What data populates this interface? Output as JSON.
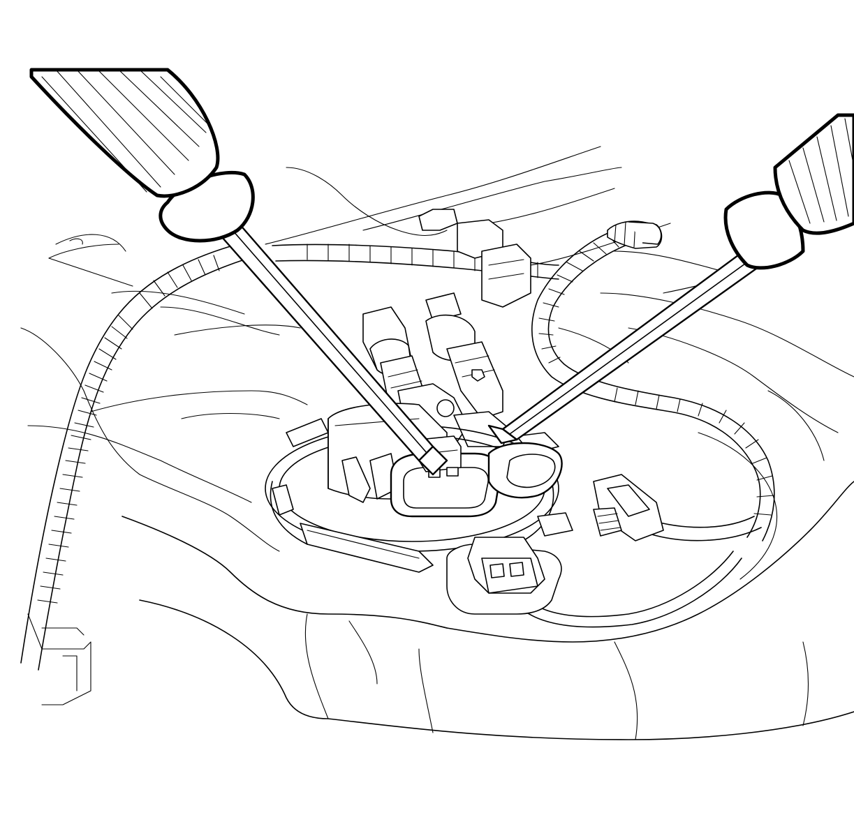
{
  "illustration": {
    "subject": "",
    "parts": [
      {
        "name": "fuel-tank"
      },
      {
        "name": "fuel-pump-module-flange"
      },
      {
        "name": "lock-ring"
      },
      {
        "name": "electrical-connector"
      },
      {
        "name": "fuel-line-connectors"
      },
      {
        "name": "wiring-harness-conduit"
      },
      {
        "name": "screwdriver"
      },
      {
        "name": "screwdriver"
      }
    ]
  },
  "colors": {
    "line": "#000000",
    "background": "#ffffff"
  }
}
